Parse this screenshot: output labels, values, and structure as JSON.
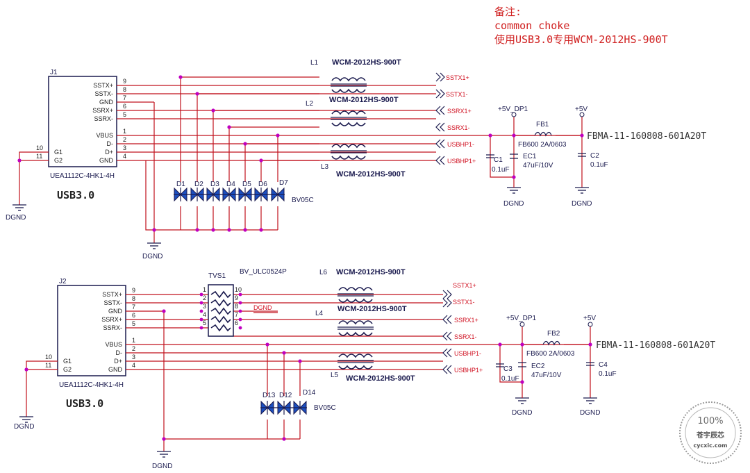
{
  "note": {
    "title": "备注:",
    "line1": "common choke",
    "line2": "使用USB3.0专用WCM-2012HS-900T"
  },
  "top": {
    "connector_ref": "J1",
    "connector_part": "UEA1112C-4HK1-4H",
    "connector_caption": "USB3.0",
    "pins": [
      {
        "name": "SSTX+",
        "num": "9"
      },
      {
        "name": "SSTX-",
        "num": "8"
      },
      {
        "name": "GND",
        "num": "7"
      },
      {
        "name": "SSRX+",
        "num": "6"
      },
      {
        "name": "SSRX-",
        "num": "5"
      },
      {
        "name": "VBUS",
        "num": "1"
      },
      {
        "name": "D-",
        "num": "2"
      },
      {
        "name": "D+",
        "num": "3"
      },
      {
        "name": "GND",
        "num": "4"
      }
    ],
    "shield_pins": [
      {
        "name": "G1",
        "num": "10"
      },
      {
        "name": "G2",
        "num": "11"
      }
    ],
    "chokes": [
      {
        "ref": "L1",
        "part": "WCM-2012HS-900T"
      },
      {
        "ref": "L2",
        "part": "WCM-2012HS-900T"
      },
      {
        "ref": "L3",
        "part": "WCM-2012HS-900T"
      }
    ],
    "nets": [
      "SSTX1+",
      "SSTX1-",
      "SSRX1+",
      "SSRX1-",
      "USBHP1-",
      "USBHP1+"
    ],
    "diodes": [
      "D1",
      "D2",
      "D3",
      "D4",
      "D5",
      "D6",
      "D7"
    ],
    "diode_part": "BV05C",
    "power_in": "+5V_DP1",
    "power_out": "+5V",
    "ferrite_ref": "FB1",
    "ferrite_part": "FB600 2A/0603",
    "ferrite_note": "FBMA-11-160808-601A20T",
    "caps": [
      {
        "ref": "C1",
        "value": "0.1uF"
      },
      {
        "ref": "EC1",
        "value": "47uF/10V"
      },
      {
        "ref": "C2",
        "value": "0.1uF"
      }
    ],
    "gnd_label": "DGND"
  },
  "bottom": {
    "connector_ref": "J2",
    "connector_part": "UEA1112C-4HK1-4H",
    "connector_caption": "USB3.0",
    "pins": [
      {
        "name": "SSTX+",
        "num": "9"
      },
      {
        "name": "SSTX-",
        "num": "8"
      },
      {
        "name": "GND",
        "num": "7"
      },
      {
        "name": "SSRX+",
        "num": "6"
      },
      {
        "name": "SSRX-",
        "num": "5"
      },
      {
        "name": "VBUS",
        "num": "1"
      },
      {
        "name": "D-",
        "num": "2"
      },
      {
        "name": "D+",
        "num": "3"
      },
      {
        "name": "GND",
        "num": "4"
      }
    ],
    "shield_pins": [
      {
        "name": "G1",
        "num": "10"
      },
      {
        "name": "G2",
        "num": "11"
      }
    ],
    "tvs_ref": "TVS1",
    "tvs_part": "BV_ULC0524P",
    "tvs_pins_left": [
      "1",
      "2",
      "3",
      "4",
      "5"
    ],
    "tvs_pins_right": [
      "10",
      "9",
      "8",
      "7",
      "6"
    ],
    "tvs_gnd": "DGND",
    "chokes": [
      {
        "ref": "L6",
        "part": "WCM-2012HS-900T"
      },
      {
        "ref": "L4",
        "part": "WCM-2012HS-900T"
      },
      {
        "ref": "L5",
        "part": "WCM-2012HS-900T"
      }
    ],
    "nets": [
      "SSTX1+",
      "SSTX1-",
      "SSRX1+",
      "SSRX1-",
      "USBHP1-",
      "USBHP1+"
    ],
    "diodes": [
      "D13",
      "D12",
      "D14"
    ],
    "diode_part": "BV05C",
    "power_in": "+5V_DP1",
    "power_out": "+5V",
    "ferrite_ref": "FB2",
    "ferrite_part": "FB600 2A/0603",
    "ferrite_note": "FBMA-11-160808-601A20T",
    "caps": [
      {
        "ref": "C3",
        "value": "0.1uF"
      },
      {
        "ref": "EC2",
        "value": "47uF/10V"
      },
      {
        "ref": "C4",
        "value": "0.1uF"
      }
    ],
    "gnd_label": "DGND"
  },
  "watermark": {
    "percent": "100%",
    "name": "苍宇辰芯",
    "url": "cycxic.com"
  }
}
